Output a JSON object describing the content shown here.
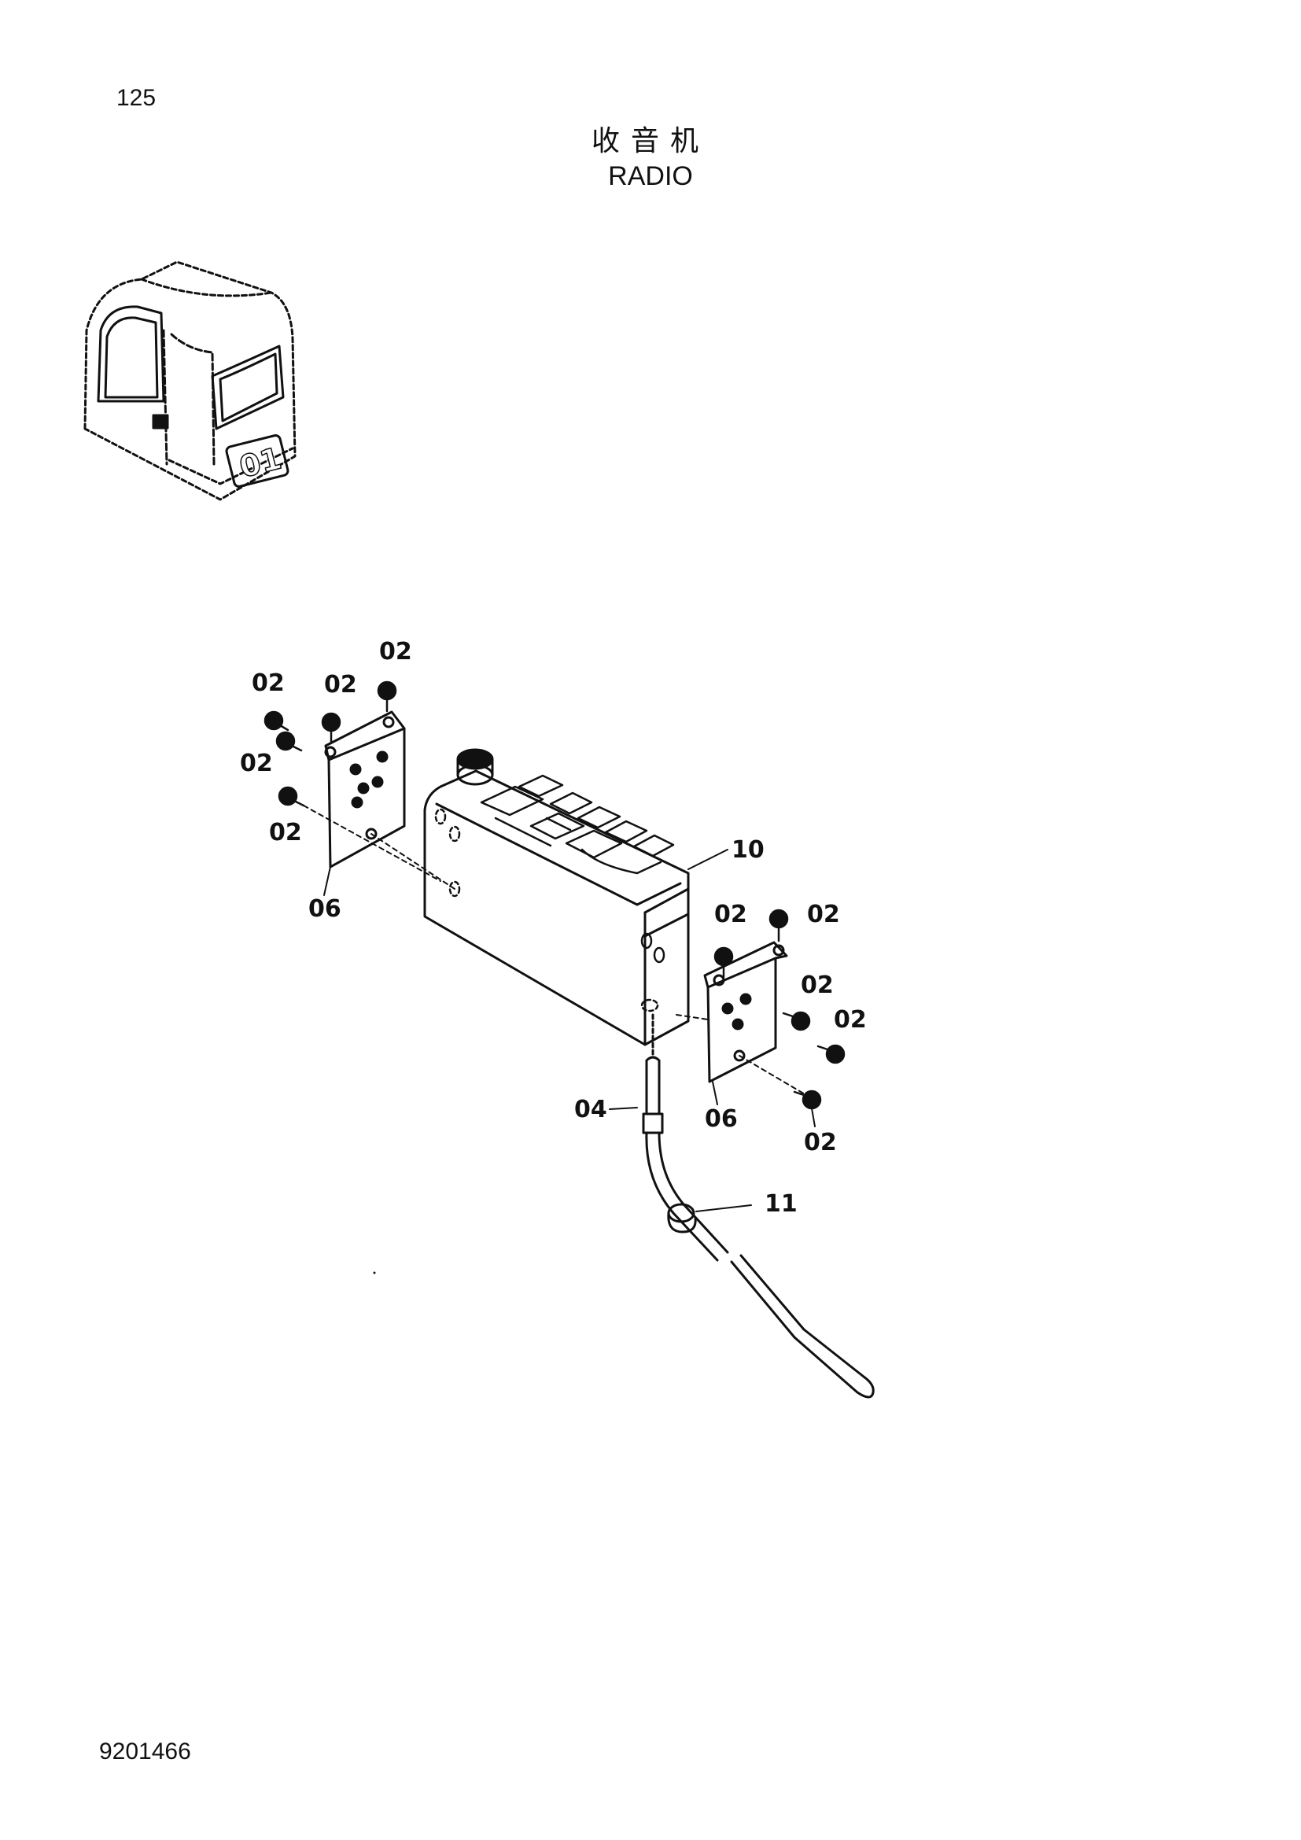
{
  "page": {
    "number": "125",
    "title_cn": "收音机",
    "title_en": "RADIO",
    "doc_number": "9201466"
  },
  "callouts": {
    "screw_a": "02",
    "screw_b": "02",
    "screw_c": "02",
    "screw_d": "02",
    "screw_e": "02",
    "screw_f": "02",
    "screw_g": "02",
    "screw_h": "02",
    "screw_i": "02",
    "screw_j": "02",
    "bracket_left": "06",
    "bracket_right": "06",
    "radio": "10",
    "antenna_plug": "04",
    "clamp": "11"
  },
  "cab_inset": {
    "badge": "01"
  }
}
